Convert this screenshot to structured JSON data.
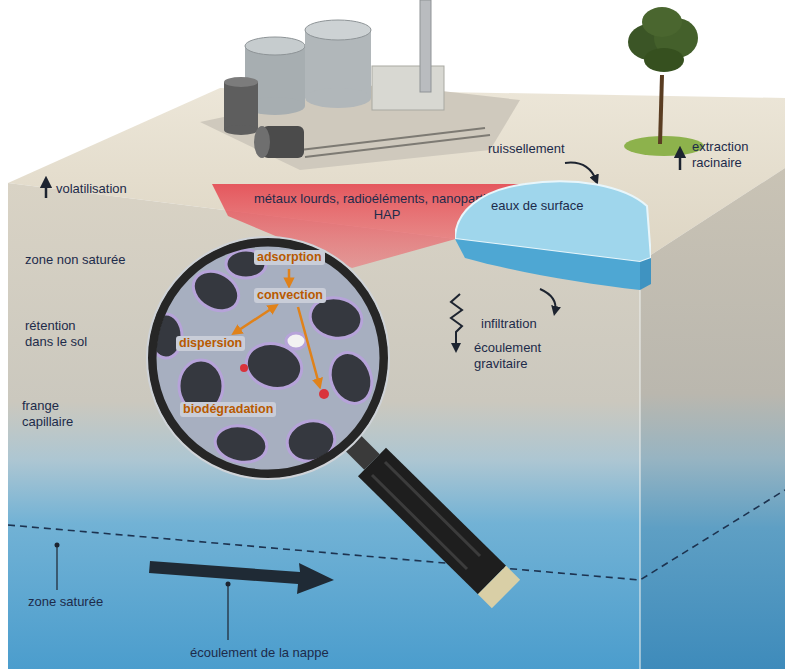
{
  "diagram": {
    "nodes": [
      {
        "text": [
          "métaux lourds, radioéléments, nanoparticules, HAP"
        ]
      },
      {
        "text": [
          "adsorption",
          "convection",
          "dispersion",
          "biodégradation"
        ]
      },
      {
        "text": [
          "eaux de surface"
        ]
      }
    ],
    "labels": [
      "volatilisation",
      "zone non saturée",
      "rétention dans le sol",
      "frange capillaire",
      "zone saturée",
      "écoulement de la nappe",
      "ruissellement",
      "infiltration",
      "écoulement gravitaire",
      "extraction racinaire"
    ]
  }
}
